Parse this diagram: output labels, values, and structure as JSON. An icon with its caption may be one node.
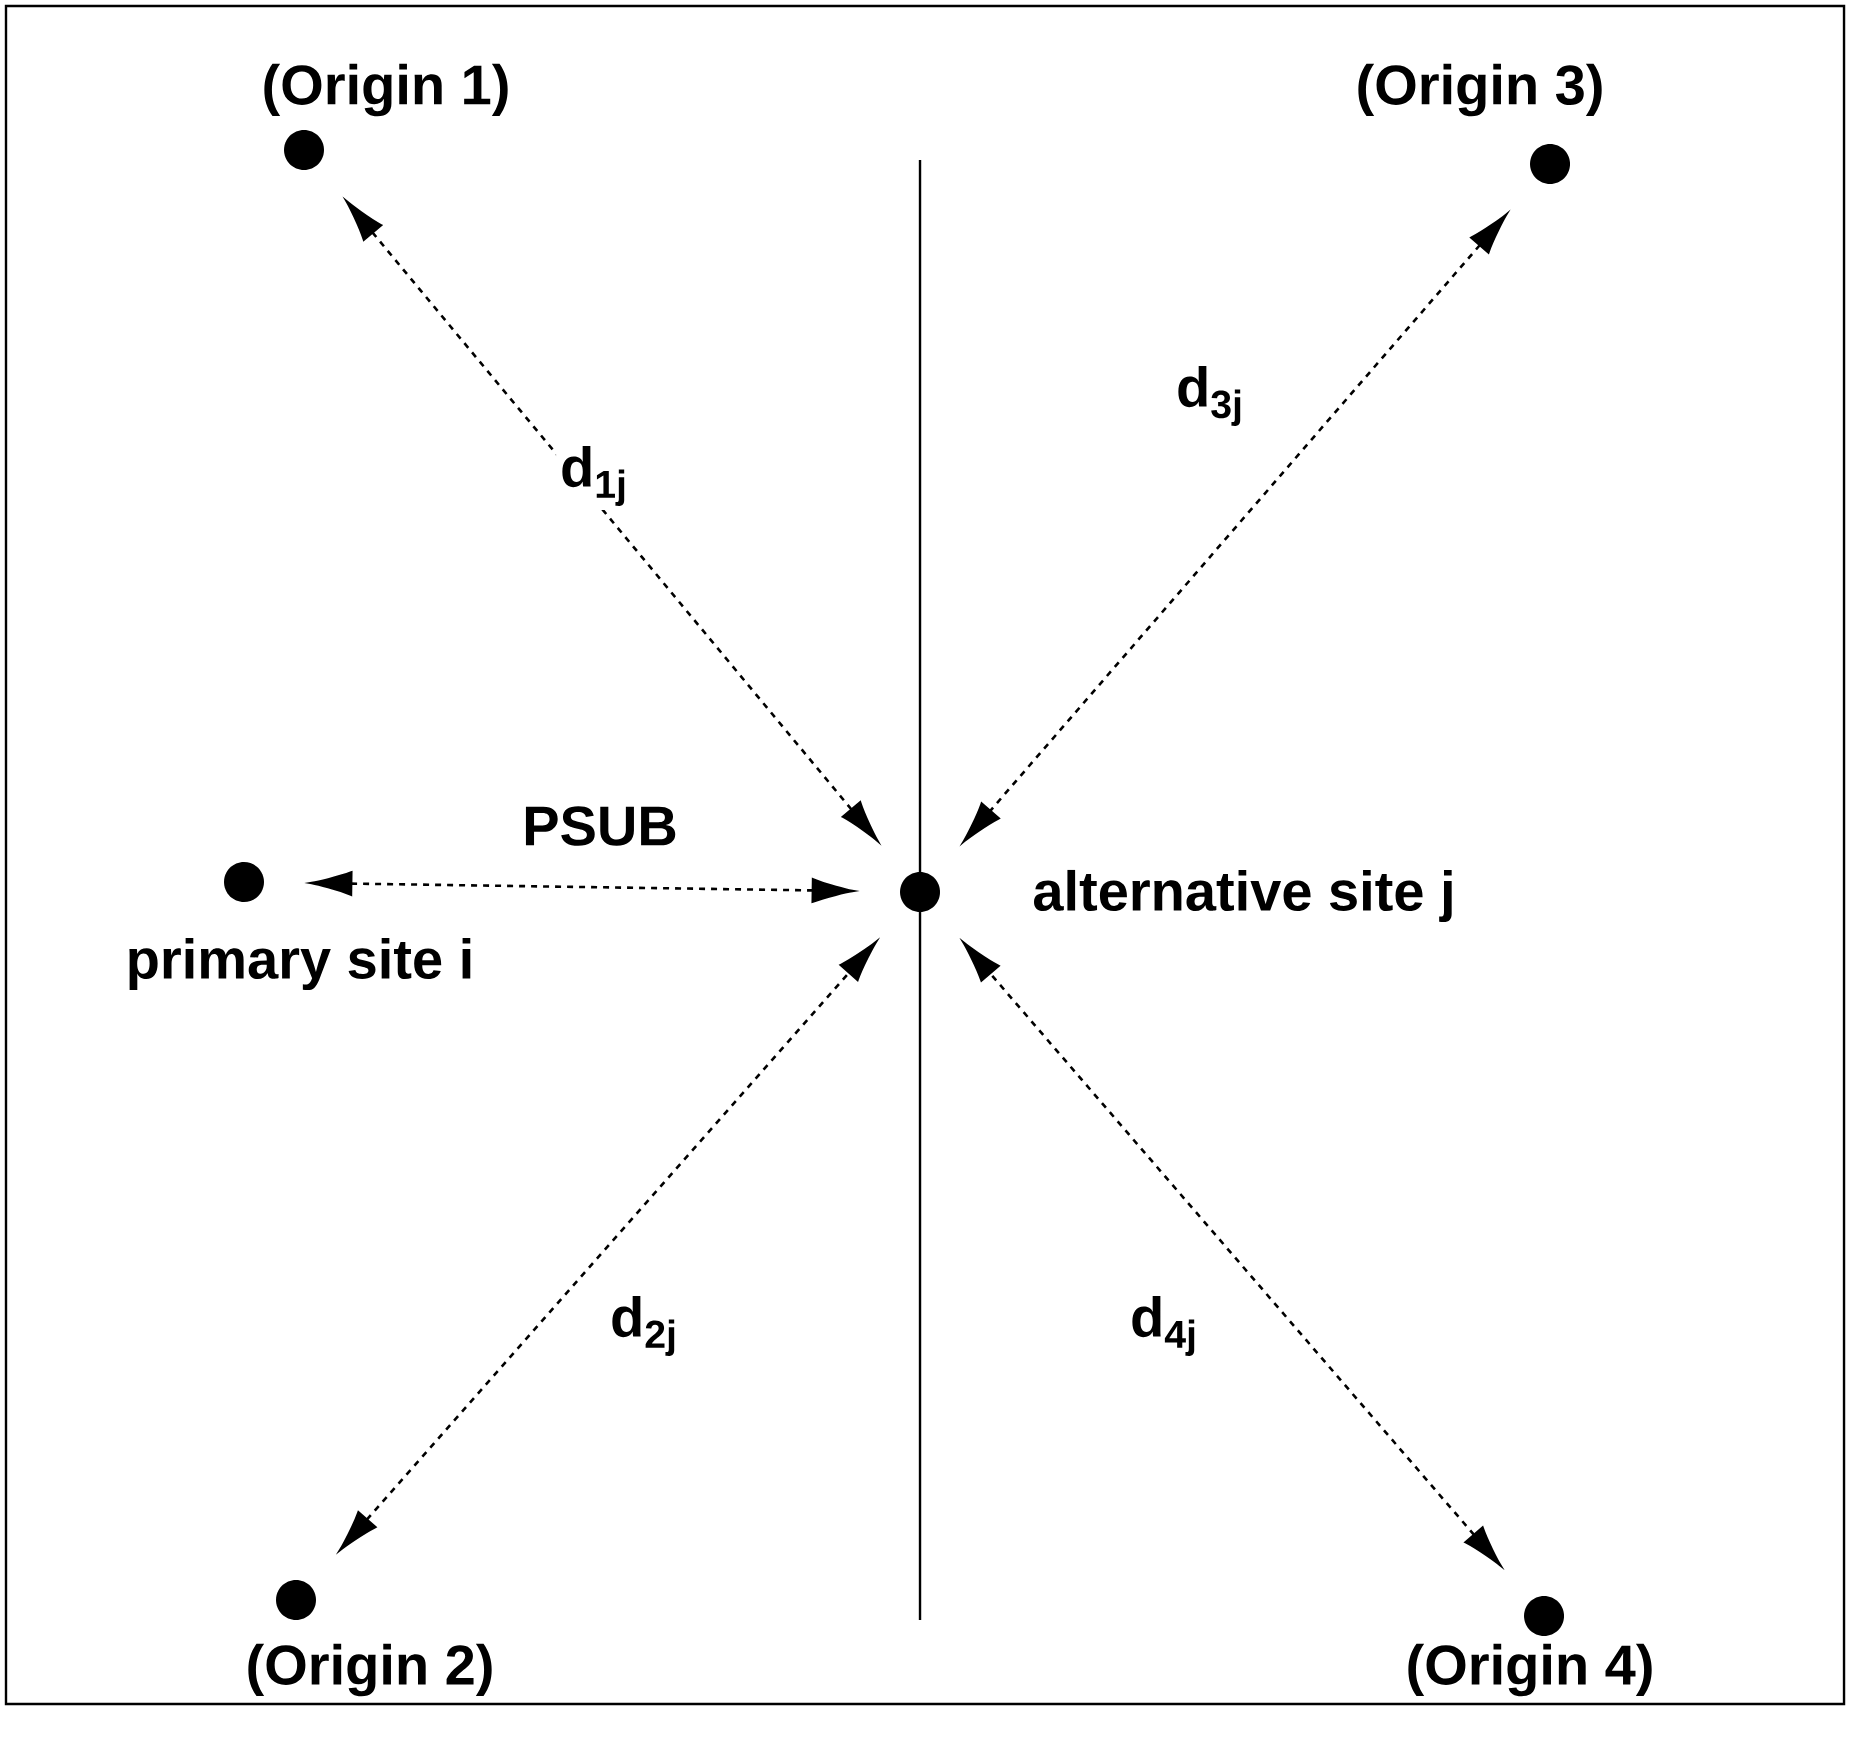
{
  "diagram": {
    "nodes": [
      {
        "text": [
          "(Origin 1)"
        ]
      },
      {
        "text": [
          "(Origin 3)"
        ]
      },
      {
        "text": [
          "primary site i"
        ]
      },
      {
        "text": [
          "alternative site j"
        ]
      },
      {
        "text": [
          "(Origin 2)"
        ]
      },
      {
        "text": [
          "(Origin 4)"
        ]
      }
    ],
    "edges": [
      {
        "from": 0,
        "to": 3,
        "arrow": "both",
        "label": "d$_{1j}$",
        "style": "dashed"
      },
      {
        "from": 1,
        "to": 3,
        "arrow": "both",
        "label": "d$_{3j}$",
        "style": "dashed"
      },
      {
        "from": 2,
        "to": 3,
        "arrow": "both",
        "label": "PSUB",
        "style": "dashed"
      },
      {
        "from": 4,
        "to": 3,
        "arrow": "both",
        "label": "d$_{2j}$",
        "style": "dashed"
      },
      {
        "from": 5,
        "to": 3,
        "arrow": "both",
        "label": "d$_{4j}$",
        "style": "dashed"
      }
    ]
  }
}
